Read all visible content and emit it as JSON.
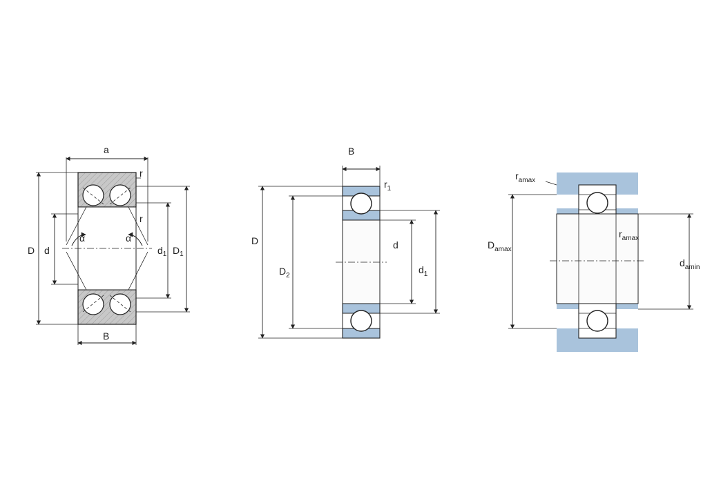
{
  "colors": {
    "line": "#222222",
    "gray_fill": "#c8c8c8",
    "blue_fill": "#a9c3dc",
    "light_blue": "#d6e4f0"
  },
  "diagram1": {
    "label_a": "a",
    "label_B": "B",
    "label_D": "D",
    "label_d": "d",
    "label_d1": "d",
    "label_d1_sub": "1",
    "label_D1": "D",
    "label_D1_sub": "1",
    "label_r_top": "r",
    "label_r_mid": "r",
    "label_alpha_left": "α",
    "label_alpha_right": "α"
  },
  "diagram2": {
    "label_B": "B",
    "label_r1": "r",
    "label_r1_sub": "1",
    "label_D": "D",
    "label_D2": "D",
    "label_D2_sub": "2",
    "label_d": "d",
    "label_d1": "d",
    "label_d1_sub": "1"
  },
  "diagram3": {
    "label_ra_top": "r",
    "label_ra_top_sub": "amax",
    "label_ra_mid": "r",
    "label_ra_mid_sub": "amax",
    "label_Da": "D",
    "label_Da_sub": "amax",
    "label_da": "d",
    "label_da_sub": "amin"
  }
}
